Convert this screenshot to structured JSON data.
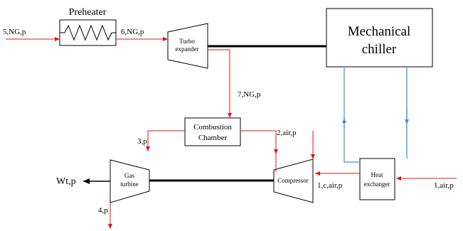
{
  "components": {
    "preheater": "Preheater",
    "turbo_expander_line1": "Turbo",
    "turbo_expander_line2": "expander",
    "mechanical_chiller_line1": "Mechanical",
    "mechanical_chiller_line2": "chiller",
    "combustion_chamber_line1": "Combustion",
    "combustion_chamber_line2": "Chamber",
    "gas_turbine_line1": "Gas",
    "gas_turbine_line2": "turbine",
    "compressor": "Compressor",
    "heat_exchanger_line1": "Heat",
    "heat_exchanger_line2": "exchanger"
  },
  "streams": {
    "s5": "5,NG,p",
    "s6": "6,NG,p",
    "s7": "7,NG,p",
    "s3": "3,p",
    "s2": "2,air,p",
    "s1c": "1,c,air,p",
    "s1": "1,air,p",
    "s4": "4,p",
    "wt": "Wt,p"
  },
  "colors": {
    "gas_stream": "#e8101a",
    "coolant_loop": "#3a8fe0",
    "shaft": "#000000"
  }
}
